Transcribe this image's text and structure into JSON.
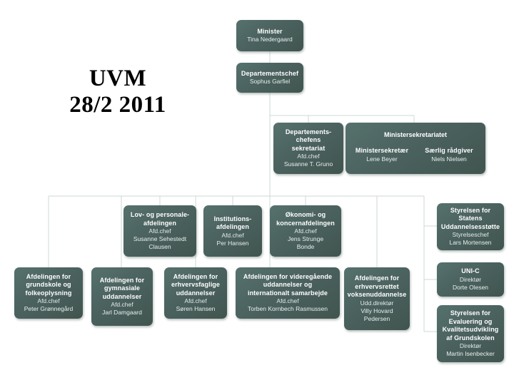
{
  "title": {
    "line1": "UVM",
    "line2": "28/2 2011"
  },
  "colors": {
    "node_fill": "#4b625f",
    "node_text": "#ffffff",
    "connector": "#c9d6d3",
    "background": "#ffffff"
  },
  "chart_data": {
    "type": "diagram",
    "diagram_kind": "organization-chart",
    "title": "UVM 28/2 2011"
  },
  "nodes": {
    "minister": {
      "name": "Minister",
      "person": "Tina Nedergaard"
    },
    "departementschef": {
      "name": "Departementschef",
      "person": "Sophus Garfiel"
    },
    "dep_sekretariat": {
      "name": "Departements-\nchefens\nsekretariat",
      "name_l1": "Departements-",
      "name_l2": "chefens",
      "name_l3": "sekretariat",
      "role": "Afd.chef",
      "person": "Susanne T. Gruno"
    },
    "minister_sekretariat": {
      "name": "Ministersekretariatet",
      "left_role": "Ministersekretær",
      "left_person": "Lene Beyer",
      "right_role": "Særlig rådgiver",
      "right_person": "Niels Nielsen"
    },
    "lov_personale": {
      "name_l1": "Lov- og personale-",
      "name_l2": "afdelingen",
      "role": "Afd.chef",
      "person_l1": "Susanne Sehestedt",
      "person_l2": "Clausen"
    },
    "institutions": {
      "name_l1": "Institutions-",
      "name_l2": "afdelingen",
      "role": "Afd.chef",
      "person": "Per Hansen"
    },
    "okonomi_koncern": {
      "name_l1": "Økonomi- og",
      "name_l2": "koncernafdelingen",
      "role": "Afd.chef",
      "person_l1": "Jens Strunge",
      "person_l2": "Bonde"
    },
    "grundskole": {
      "name_l1": "Afdelingen for",
      "name_l2": "grundskole og",
      "name_l3": "folkeoplysning",
      "role": "Afd.chef",
      "person": "Peter Grønnegård"
    },
    "gymnasiale": {
      "name_l1": "Afdelingen for",
      "name_l2": "gymnasiale",
      "name_l3": "uddannelser",
      "role": "Afd.chef",
      "person": "Jarl Damgaard"
    },
    "erhvervsfaglige": {
      "name_l1": "Afdelingen for",
      "name_l2": "erhvervsfaglige",
      "name_l3": "uddannelser",
      "role": "Afd.chef",
      "person": "Søren Hansen"
    },
    "videregaende": {
      "name_l1": "Afdelingen for videregående",
      "name_l2": "uddannelser og",
      "name_l3": "internationalt samarbejde",
      "role": "Afd.chef",
      "person": "Torben Kornbech Rasmussen"
    },
    "voksenuddannelse": {
      "name_l1": "Afdelingen for",
      "name_l2": "erhvervsrettet",
      "name_l3": "voksenuddannelse",
      "role": "Udd.direktør",
      "person_l1": "Villy Hovard",
      "person_l2": "Pedersen"
    },
    "su_styrelsen": {
      "name_l1": "Styrelsen for",
      "name_l2": "Statens",
      "name_l3": "Uddannelsesstøtte",
      "role": "Styrelseschef",
      "person": "Lars Mortensen"
    },
    "unic": {
      "name": "UNI-C",
      "role": "Direktør",
      "person": "Dorte Olesen"
    },
    "evaluering": {
      "name_l1": "Styrelsen for",
      "name_l2": "Evaluering og",
      "name_l3": "Kvalitetsudvikling",
      "name_l4": "af  Grundskolen",
      "role": "Direktør",
      "person": "Martin Isenbecker"
    }
  }
}
